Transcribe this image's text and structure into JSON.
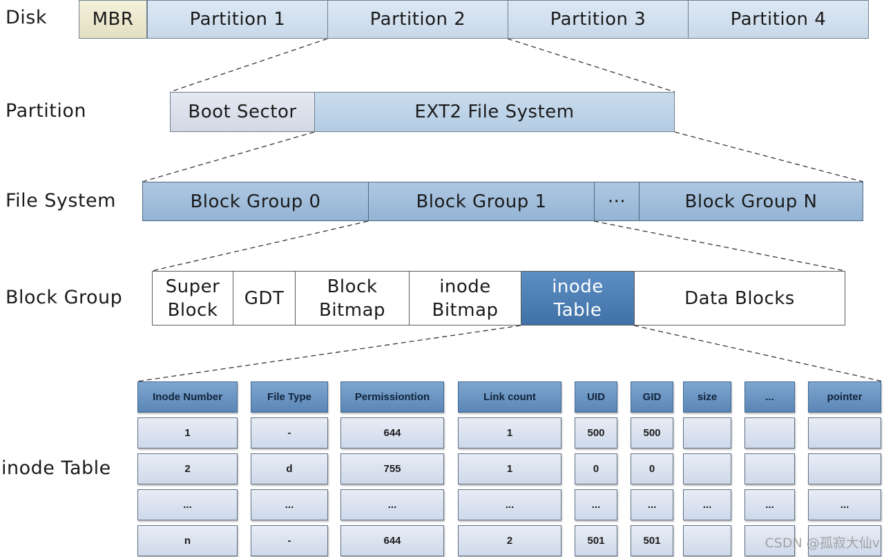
{
  "labels": {
    "disk": "Disk",
    "partition": "Partition",
    "file_system": "File System",
    "block_group": "Block Group",
    "inode_table": "inode Table"
  },
  "disk": {
    "mbr": "MBR",
    "partitions": [
      "Partition 1",
      "Partition 2",
      "Partition 3",
      "Partition 4"
    ]
  },
  "partition": {
    "boot_sector": "Boot Sector",
    "ext2": "EXT2 File System"
  },
  "file_system": {
    "groups": [
      "Block Group 0",
      "Block Group 1",
      "···",
      "Block Group N"
    ]
  },
  "block_group": {
    "super_block": [
      "Super",
      "Block"
    ],
    "gdt": "GDT",
    "block_bitmap": [
      "Block",
      "Bitmap"
    ],
    "inode_bitmap": [
      "inode",
      "Bitmap"
    ],
    "inode_table": [
      "inode",
      "Table"
    ],
    "data_blocks": "Data Blocks"
  },
  "inode_table": {
    "headers": [
      "Inode Number",
      "File Type",
      "Permissiontion",
      "Link count",
      "UID",
      "GID",
      "size",
      "...",
      "pointer"
    ],
    "rows": [
      [
        "1",
        "-",
        "644",
        "1",
        "500",
        "500",
        "",
        "",
        ""
      ],
      [
        "2",
        "d",
        "755",
        "1",
        "0",
        "0",
        "",
        "",
        ""
      ],
      [
        "...",
        "...",
        "...",
        "...",
        "...",
        "...",
        "...",
        "...",
        "..."
      ],
      [
        "n",
        "-",
        "644",
        "2",
        "501",
        "501",
        "",
        "",
        ""
      ]
    ]
  },
  "colors": {
    "highlight": "#4a7db3",
    "header": "#6a95c2"
  },
  "watermark": "CSDN @孤寂大仙v"
}
